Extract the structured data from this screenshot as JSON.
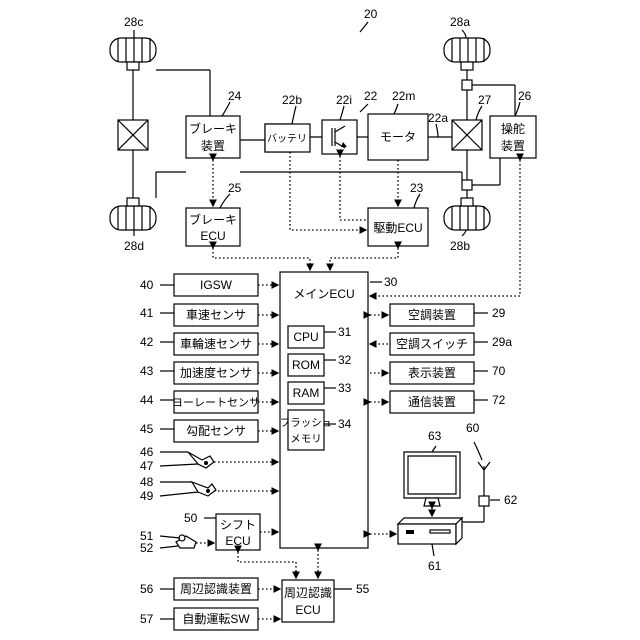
{
  "refs": {
    "system": "20",
    "wheel_fr": "28a",
    "wheel_rr": "28b",
    "wheel_fl": "28c",
    "wheel_rl": "28d",
    "power": "22",
    "battery": "22b",
    "inverter": "22i",
    "motor": "22m",
    "axle": "22a",
    "brake_device": "24",
    "brake_ecu": "25",
    "steering": "26",
    "diff": "27",
    "drive_ecu": "23",
    "main_ecu": "30",
    "cpu": "31",
    "rom": "32",
    "ram": "33",
    "flash": "34",
    "igsw": "40",
    "speed": "41",
    "wheel_speed": "42",
    "accel": "43",
    "yaw": "44",
    "slope": "45",
    "pedal46": "46",
    "pedal47": "47",
    "pedal48": "48",
    "pedal49": "49",
    "shift_ecu": "50",
    "shift51": "51",
    "shift52": "52",
    "aircon": "29",
    "aircon_sw": "29a",
    "display": "70",
    "comm": "72",
    "monitor": "63",
    "nav": "60",
    "antenna": "62",
    "nav_unit": "61",
    "periph_dev": "56",
    "periph_ecu": "55",
    "auto_sw": "57"
  },
  "labels": {
    "brake_device": [
      "ブレーキ",
      "装置"
    ],
    "battery": "バッテリ",
    "motor": "モータ",
    "steering": [
      "操舵",
      "装置"
    ],
    "brake_ecu": [
      "ブレーキ",
      "ECU"
    ],
    "drive_ecu": "駆動ECU",
    "main_ecu": "メインECU",
    "cpu": "CPU",
    "rom": "ROM",
    "ram": "RAM",
    "flash": [
      "フラッシュ",
      "メモリ"
    ],
    "igsw": "IGSW",
    "speed": "車速センサ",
    "wheel_speed": "車輪速センサ",
    "accel": "加速度センサ",
    "yaw": "ヨーレートセンサ",
    "slope": "勾配センサ",
    "shift_ecu": [
      "シフト",
      "ECU"
    ],
    "aircon": "空調装置",
    "aircon_sw": "空調スイッチ",
    "display": "表示装置",
    "comm": "通信装置",
    "periph_dev": "周辺認識装置",
    "periph_ecu": [
      "周辺認識",
      "ECU"
    ],
    "auto_sw": "自動運転SW"
  }
}
